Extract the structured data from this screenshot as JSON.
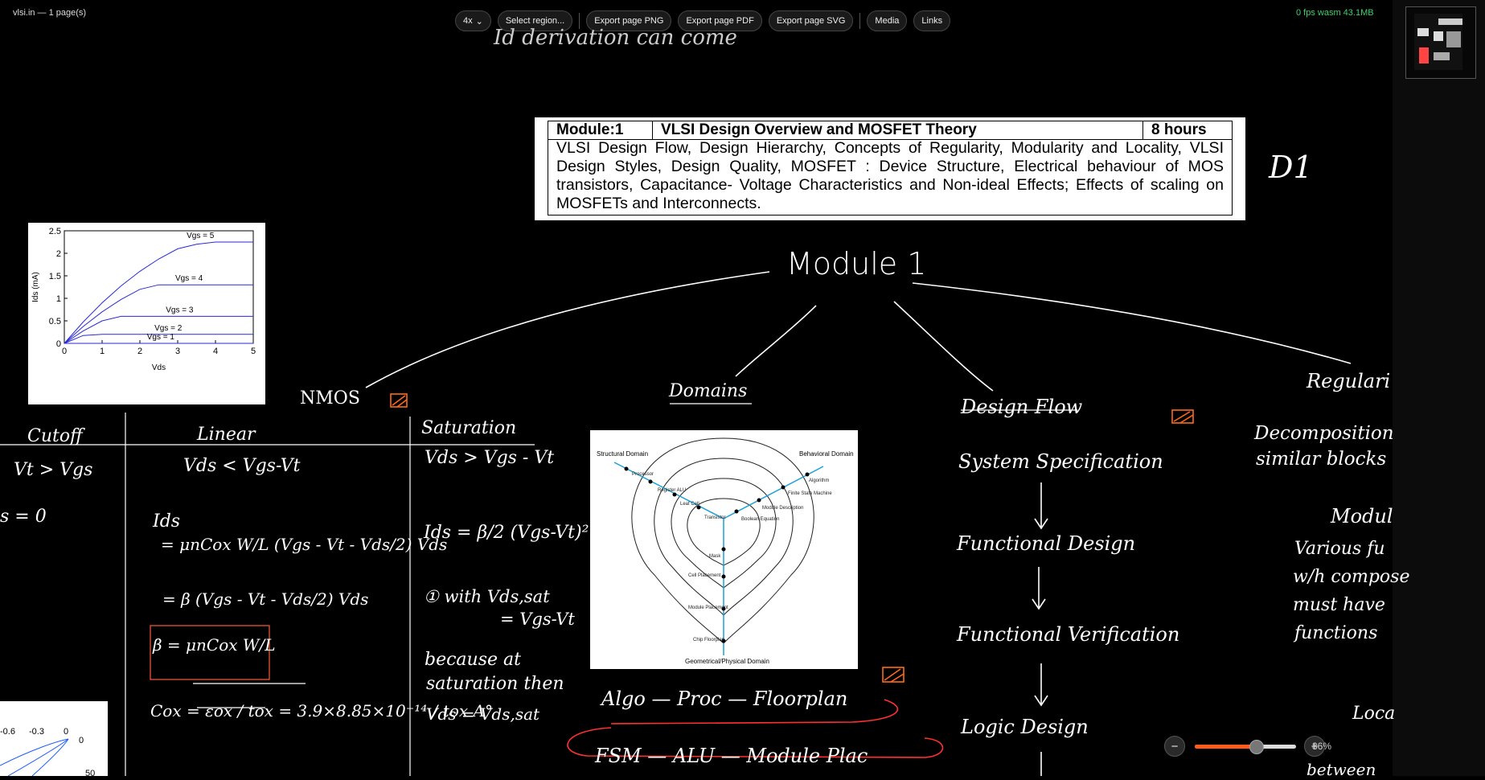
{
  "window": {
    "title": "vlsi.in — 1 page(s)",
    "perf": "0 fps  wasm 43.1MB"
  },
  "toolbar": {
    "zoom_select": "4x",
    "select_region": "Select region...",
    "export_png": "Export page PNG",
    "export_pdf": "Export page PDF",
    "export_svg": "Export page SVG",
    "media": "Media",
    "links": "Links"
  },
  "zoom": {
    "minus": "−",
    "plus": "+",
    "level": 0.6,
    "label": "86%"
  },
  "module_table": {
    "module": "Module:1",
    "title": "VLSI Design  Overview and MOSFET Theory",
    "hours": "8 hours",
    "body": "VLSI Design Flow, Design Hierarchy, Concepts of Regularity, Modularity and Locality, VLSI Design Styles, Design Quality, MOSFET : Device Structure, Electrical  behaviour  of  MOS transistors, Capacitance- Voltage Characteristics and Non-ideal Effects; Effects of scaling on MOSFETs and Interconnects."
  },
  "notes": {
    "top_cut": "Id derivation can come",
    "d1": "D1",
    "module1": "Module 1",
    "nmos": "NMOS",
    "domains": "Domains",
    "design_flow": "Design Flow",
    "regularity": "Regulari",
    "cutoff": "Cutoff",
    "cutoff_cond": "Vt > Vgs",
    "cutoff_ids": "s = 0",
    "linear": "Linear",
    "linear_cond": "Vds < Vgs-Vt",
    "saturation": "Saturation",
    "sat_cond": "Vds > Vgs - Vt",
    "lin_ids": "Ids",
    "lin_eq1": "= μnCox W/L (Vgs - Vt - Vds/2) Vds",
    "lin_eq2": "= β (Vgs - Vt - Vds/2) Vds",
    "beta_box": "β = μnCox W/L",
    "cox": "Cox = εox / tox  =  3.9×8.85×10⁻¹⁴ / tox A°",
    "sat_ids": "Ids = β/2 (Vgs-Vt)²",
    "sat_note1": "① with Vds,sat",
    "sat_note2": "= Vgs-Vt",
    "sat_note3": "because at",
    "sat_note4": "saturation then",
    "sat_note5": "Vds = Vds,sat",
    "flow1": "System Specification",
    "flow2": "Functional Design",
    "flow3": "Functional Verification",
    "flow4": "Logic Design",
    "algo_row": "Algo — Proc — Floorplan",
    "fsm_row": "FSM — ALU — Module Plac",
    "decomp1": "Decomposition",
    "decomp2": "similar blocks",
    "modul": "Modul",
    "various1": "Various fu",
    "various2": "w/h compose",
    "various3": "must have",
    "various4": "functions",
    "loca": "Loca",
    "between": "between"
  },
  "chart_data": {
    "type": "line",
    "title": "",
    "xlabel": "Vds",
    "ylabel": "Ids (mA)",
    "xlim": [
      0,
      5
    ],
    "ylim": [
      0,
      2.5
    ],
    "xticks": [
      "0",
      "1",
      "2",
      "3",
      "4",
      "5"
    ],
    "yticks": [
      "0",
      "0.5",
      "1",
      "1.5",
      "2",
      "2.5"
    ],
    "series": [
      {
        "name": "Vgs = 5",
        "x": [
          0,
          0.5,
          1,
          1.5,
          2,
          2.5,
          3,
          3.5,
          4,
          4.5,
          5
        ],
        "y": [
          0,
          0.475,
          0.9,
          1.275,
          1.6,
          1.875,
          2.1,
          2.2,
          2.25,
          2.25,
          2.25
        ]
      },
      {
        "name": "Vgs = 4",
        "x": [
          0,
          0.5,
          1,
          1.5,
          2,
          2.5,
          3,
          3.5,
          4,
          4.5,
          5
        ],
        "y": [
          0,
          0.375,
          0.7,
          0.975,
          1.2,
          1.3,
          1.3,
          1.3,
          1.3,
          1.3,
          1.3
        ]
      },
      {
        "name": "Vgs = 3",
        "x": [
          0,
          0.5,
          1,
          1.5,
          2,
          2.5,
          3,
          3.5,
          4,
          4.5,
          5
        ],
        "y": [
          0,
          0.275,
          0.5,
          0.6,
          0.6,
          0.6,
          0.6,
          0.6,
          0.6,
          0.6,
          0.6
        ]
      },
      {
        "name": "Vgs = 2",
        "x": [
          0,
          0.5,
          1,
          1.5,
          2,
          2.5,
          3,
          3.5,
          4,
          4.5,
          5
        ],
        "y": [
          0,
          0.175,
          0.2,
          0.2,
          0.2,
          0.2,
          0.2,
          0.2,
          0.2,
          0.2,
          0.2
        ]
      },
      {
        "name": "Vgs = 1",
        "x": [
          0,
          0.5,
          1,
          1.5,
          2,
          2.5,
          3,
          3.5,
          4,
          4.5,
          5
        ],
        "y": [
          0,
          0,
          0,
          0,
          0,
          0,
          0,
          0,
          0,
          0,
          0
        ]
      }
    ]
  },
  "domain_diagram": {
    "structural": "Structural Domain",
    "behavioral": "Behavioral Domain",
    "geometrical": "Geometrical/Physical Domain",
    "labels": [
      "Processor",
      "Register ALU",
      "Leaf Cell",
      "Transistor",
      "Mask",
      "Cell Placement",
      "Module Placement",
      "Chip Floorplan",
      "Algorithm",
      "Finite State Machine",
      "Module Description",
      "Boolean Equation"
    ]
  },
  "mini_chart": {
    "ticks": [
      "-0.6",
      "-0.3",
      "0"
    ],
    "y0": "0",
    "y1": "50"
  }
}
